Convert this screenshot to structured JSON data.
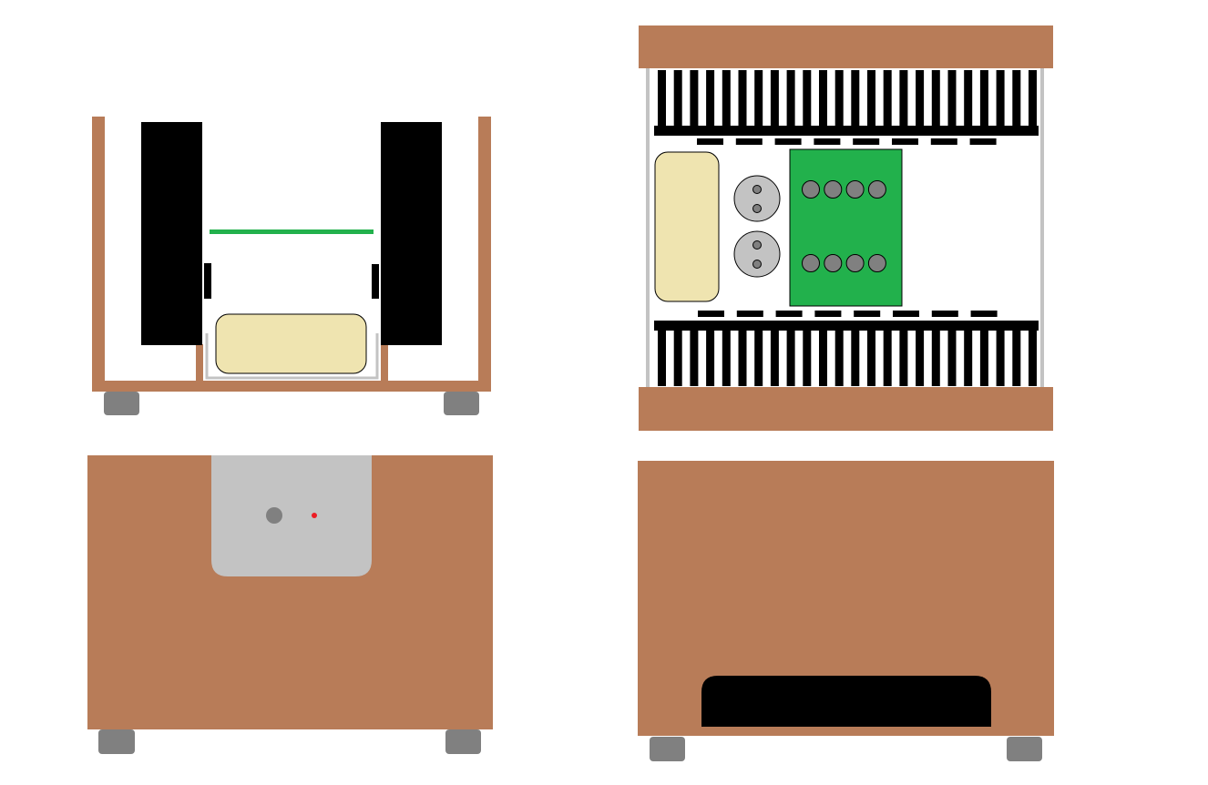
{
  "colors": {
    "wood": "#b87c58",
    "heatsink": "#000000",
    "panel": "#c3c3c3",
    "foot": "#808080",
    "transformer": "#efe4b0",
    "pcb": "#22b14c",
    "capacitor": "#c3c3c3",
    "capacitor_terminal": "#808080",
    "led": "#ed1c24",
    "background": "#ffffff"
  },
  "views": [
    {
      "id": "front-section",
      "label": ""
    },
    {
      "id": "top-view",
      "label": ""
    },
    {
      "id": "front-exterior",
      "label": ""
    },
    {
      "id": "rear-exterior",
      "label": ""
    }
  ],
  "top_view": {
    "heatsink_fin_count": 24,
    "mounting_tab_count": 8,
    "capacitor_count": 2,
    "pcb_terminal_rows": 2,
    "pcb_terminals_per_row": 4
  },
  "front_panel": {
    "controls": [
      {
        "name": "knob-icon"
      },
      {
        "name": "led-indicator-icon"
      }
    ]
  }
}
